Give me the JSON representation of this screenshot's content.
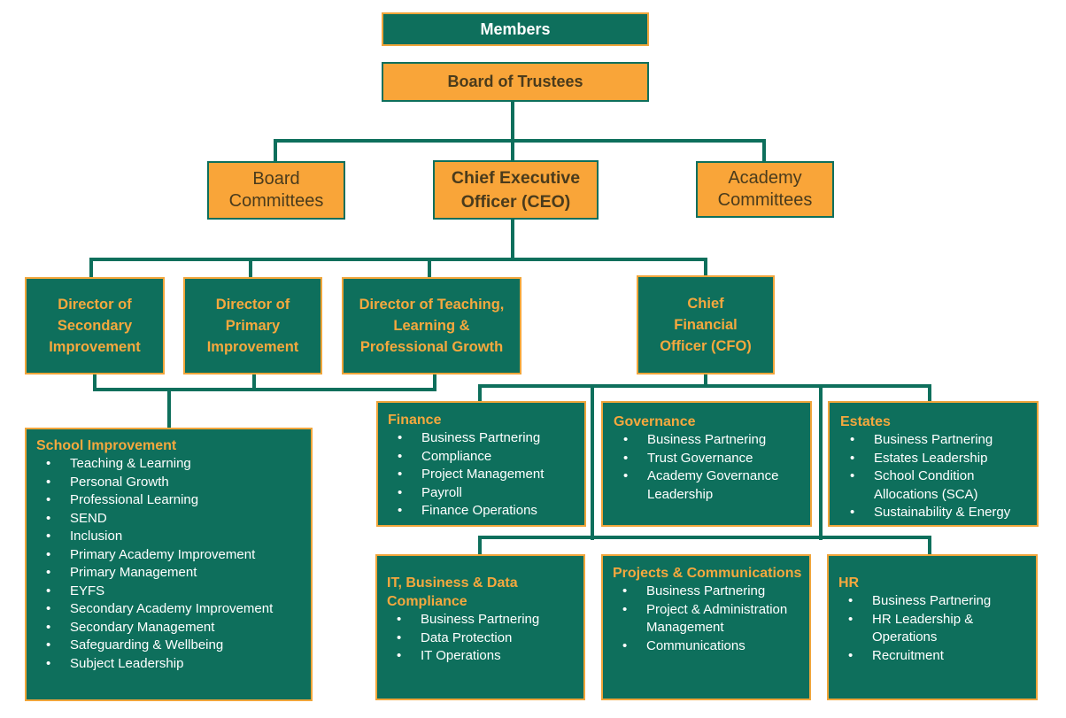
{
  "members": "Members",
  "board": "Board of Trustees",
  "board_committees": "Board Committees",
  "ceo": "Chief Executive Officer (CEO)",
  "academy_committees": "Academy Committees",
  "directors": {
    "secondary": "Director of Secondary Improvement",
    "primary": "Director of Primary Improvement",
    "teaching": "Director of Teaching, Learning & Professional Growth"
  },
  "cfo": "Chief Financial Officer (CFO)",
  "school_improvement": {
    "title": "School Improvement",
    "items": [
      "Teaching & Learning",
      "Personal Growth",
      "Professional Learning",
      "SEND",
      "Inclusion",
      "Primary Academy Improvement",
      "Primary Management",
      "EYFS",
      "Secondary Academy Improvement",
      "Secondary Management",
      "Safeguarding & Wellbeing",
      "Subject Leadership"
    ]
  },
  "finance": {
    "title": "Finance",
    "items": [
      "Business Partnering",
      "Compliance",
      "Project Management",
      "Payroll",
      "Finance Operations"
    ]
  },
  "governance": {
    "title": "Governance",
    "items": [
      "Business Partnering",
      "Trust Governance",
      "Academy Governance Leadership"
    ]
  },
  "estates": {
    "title": "Estates",
    "items": [
      "Business Partnering",
      "Estates Leadership",
      "School Condition Allocations (SCA)",
      "Sustainability & Energy"
    ]
  },
  "it": {
    "title": "IT, Business & Data Compliance",
    "items": [
      "Business Partnering",
      "Data Protection",
      "IT Operations"
    ]
  },
  "projects": {
    "title": "Projects & Communications",
    "items": [
      "Business Partnering",
      "Project & Administration Management",
      "Communications"
    ]
  },
  "hr": {
    "title": "HR",
    "items": [
      "Business Partnering",
      "HR Leadership & Operations",
      "Recruitment"
    ]
  },
  "colors": {
    "green": "#0e6f5c",
    "orange": "#f9a539",
    "heading": "#f5a83e"
  }
}
